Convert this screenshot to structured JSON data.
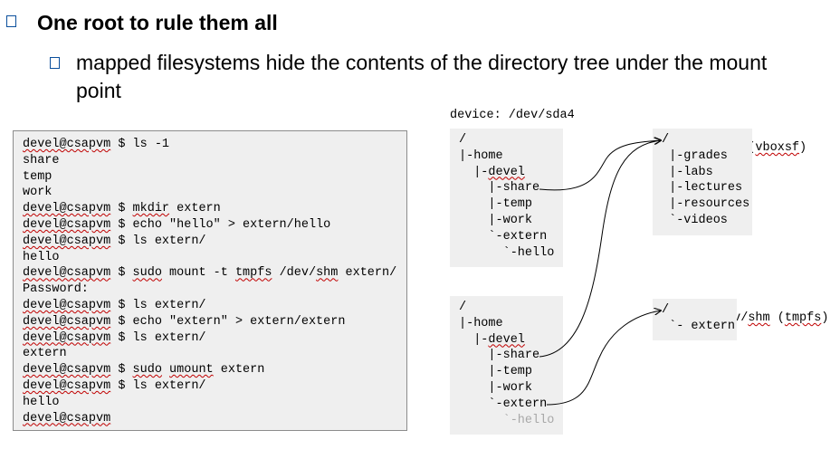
{
  "heading": "One root to rule them all",
  "subbullet": "mapped filesystems hide the contents of the directory tree under the mount point",
  "terminal": {
    "lines": [
      "devel@csapvm $ ls -1",
      "share",
      "temp",
      "work",
      "devel@csapvm $ mkdir extern",
      "devel@csapvm $ echo \"hello\" > extern/hello",
      "devel@csapvm $ ls extern/",
      "hello",
      "devel@csapvm $ sudo mount -t tmpfs /dev/shm extern/",
      "Password:",
      "devel@csapvm $ ls extern/",
      "devel@csapvm $ echo \"extern\" > extern/extern",
      "devel@csapvm $ ls extern/",
      "extern",
      "devel@csapvm $ sudo umount extern",
      "devel@csapvm $ ls extern/",
      "hello",
      "devel@csapvm"
    ]
  },
  "devices": {
    "sda4_label": "device: /dev/sda4",
    "host_label": "device: host (vboxsf)",
    "shm_label": "device: /dev/shm (tmpfs)"
  },
  "trees": {
    "sda4_top": [
      "/",
      "|-home",
      "  |-devel",
      "    |-share",
      "    |-temp",
      "    |-work",
      "    `-extern",
      "      `-hello"
    ],
    "sda4_bottom": [
      "/",
      "|-home",
      "  |-devel",
      "    |-share",
      "    |-temp",
      "    |-work",
      "    `-extern",
      "      `-hello"
    ],
    "host": [
      "/",
      " |-grades",
      " |-labs",
      " |-lectures",
      " |-resources",
      " `-videos"
    ],
    "shm": [
      "/",
      " `- extern"
    ]
  },
  "colors": {
    "bullet": "#0b4f9c",
    "panel": "#efefef",
    "spellcheck": "#c00000"
  }
}
